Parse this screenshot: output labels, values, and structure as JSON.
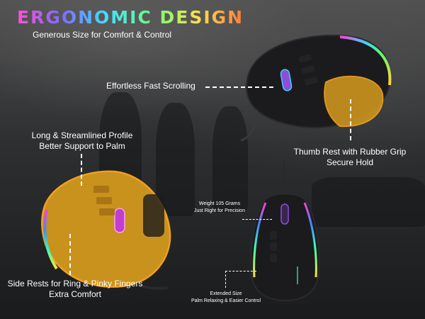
{
  "header": {
    "title": "ERGONOMIC DESIGN",
    "subtitle": "Generous Size for Comfort & Control"
  },
  "callouts": {
    "scrolling": "Effortless Fast Scrolling",
    "profile_line1": "Long & Streamlined Profile",
    "profile_line2": "Better Support to Palm",
    "thumb_line1": "Thumb Rest with Rubber Grip",
    "thumb_line2": "Secure Hold",
    "side_line1": "Side Rests for Ring & Pinky Fingers",
    "side_line2": "Extra Comfort",
    "weight_line1": "Weight 105 Grams",
    "weight_line2": "Just Right for Precision",
    "size_line1": "Extended Size",
    "size_line2": "Palm Relaxing & Easier Control"
  },
  "colors": {
    "highlight_gold": "#c8921d",
    "highlight_edge": "#f0a020",
    "mouse_body": "#1b1b1d",
    "text": "#ffffff"
  }
}
